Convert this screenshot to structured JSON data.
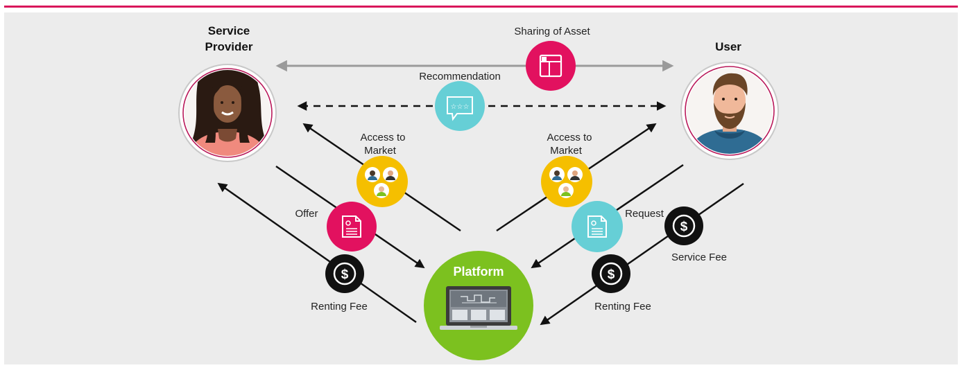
{
  "actors": {
    "provider_label_line1": "Service",
    "provider_label_line2": "Provider",
    "user_label": "User",
    "platform_label": "Platform"
  },
  "flows": {
    "sharing_of_asset": "Sharing of Asset",
    "recommendation": "Recommendation",
    "access_left_line1": "Access to",
    "access_left_line2": "Market",
    "access_right_line1": "Access to",
    "access_right_line2": "Market",
    "offer": "Offer",
    "request": "Request",
    "renting_fee_left": "Renting Fee",
    "renting_fee_right": "Renting Fee",
    "service_fee": "Service Fee"
  },
  "colors": {
    "accent_line": "#d9145a",
    "magenta": "#e2115f",
    "teal": "#66cfd6",
    "yellow": "#f5bf00",
    "green": "#7cc11f",
    "black": "#111111",
    "gray_arrow": "#9a9a9a"
  },
  "icons": {
    "sharing": "asset-share-icon",
    "recommendation": "speech-bubble-stars-icon",
    "access": "people-group-icon",
    "offer": "document-icon",
    "request": "document-icon",
    "fee": "dollar-icon",
    "platform": "laptop-icon"
  }
}
